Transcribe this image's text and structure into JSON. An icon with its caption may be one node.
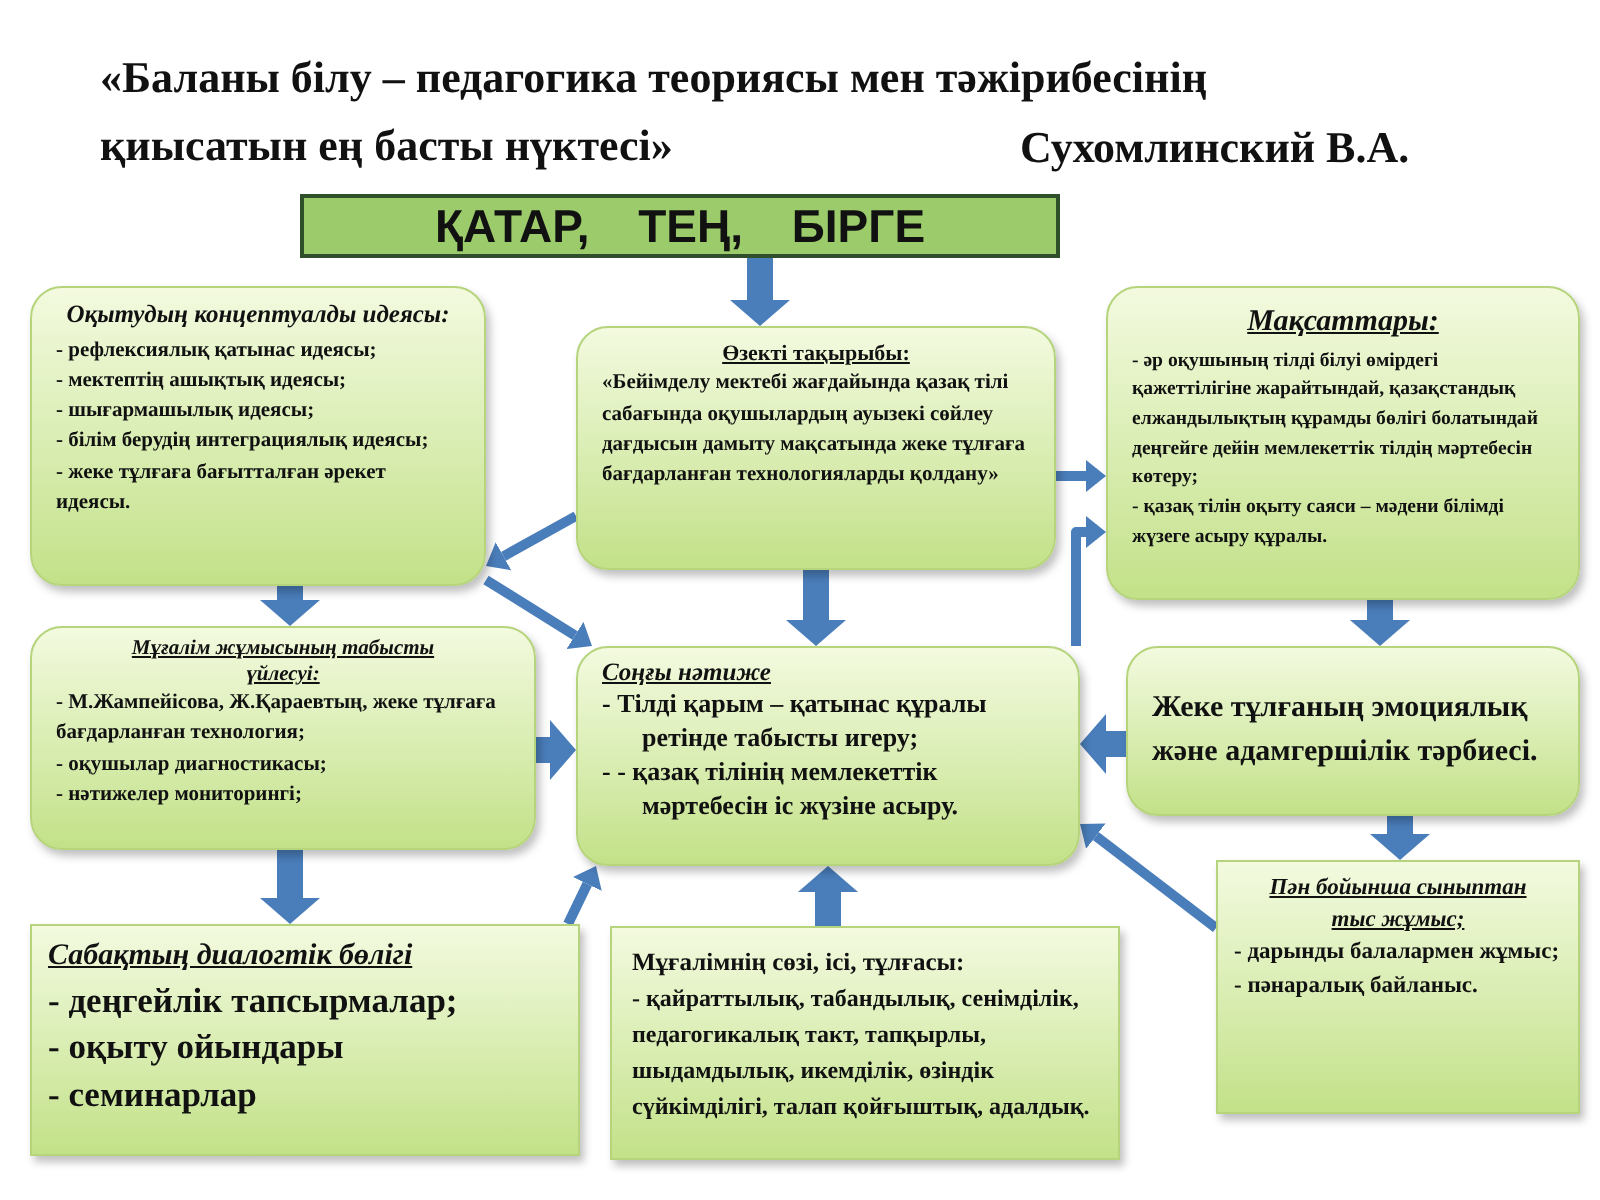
{
  "diagram": {
    "title": "«Баланы білу – педагогика теориясы мен тәжірибесінің қиысатын ең басты нүктесі»",
    "nodes": [
      {
        "text": [
          "ҚАТАР, ТЕҢ, БІРГЕ"
        ]
      },
      {
        "text": [
          "Оқытудың концептуалды идеясы:",
          "- рефлексиялық қатынас идеясы;",
          "- мектептің ашықтық идеясы;",
          "- шығармашылық идеясы;",
          "- білім берудің интеграциялық идеясы;",
          "- жеке тұлғаға бағытталған әрекет идеясы."
        ]
      },
      {
        "text": [
          "Өзекті тақырыбы:",
          "«Бейімделу мектебі жағдайында қазақ тілі сабағында оқушылардың ауызекі сөйлеу дағдысын дамыту мақсатында жеке тұлғаға бағдарланған технологияларды қолдану»"
        ]
      },
      {
        "text": [
          "Мақсаттары:",
          "- әр оқушының тілді білуі өмірдегі қажеттілігіне жарайтындай, қазақстандық елжандылықтың құрамды бөлігі болатындай деңгейге дейін мемлекеттік тілдің мәртебесін көтеру;",
          "- қазақ тілін оқыту саяси – мәдени білімді жүзеге асыру құралы."
        ]
      },
      {
        "text": [
          "Мұғалім жұмысының табысты үйлесуі:",
          "- М.Жампейісова, Ж.Қараевтың, жеке тұлғаға бағдарланған технология;",
          "- оқушылар диагностикасы;",
          "- нәтижелер мониторингі;"
        ]
      },
      {
        "text": [
          "Соңғы нәтиже",
          "- Тілді қарым – қатынас құралы ретінде табысты игеру;",
          "- - қазақ тілінің мемлекеттік мәртебесін іс жүзіне асыру."
        ]
      },
      {
        "text": [
          "Жеке тұлғаның эмоциялық және адамгершілік тәрбиесі."
        ]
      },
      {
        "text": [
          "Сабақтың диалогтік бөлігі",
          "- деңгейлік тапсырмалар;",
          "- оқыту ойындары",
          "- семинарлар"
        ]
      },
      {
        "text": [
          "Мұғалімнің сөзі, ісі, тұлғасы:",
          "- қайраттылық, табандылық, сенімділік, педагогикалық такт, тапқырлы, шыдамдылық, икемділік, өзіндік сүйкімділігі, талап қойғыштық, адалдық."
        ]
      },
      {
        "text": [
          "Пән бойынша сыныптан тыс жұмыс;",
          "- дарынды балалармен жұмыс;",
          "- пәнаралық байланыс."
        ]
      }
    ],
    "edges": [
      {
        "from": 0,
        "to": 2,
        "arrow": "to"
      },
      {
        "from": 2,
        "to": 1,
        "arrow": "to"
      },
      {
        "from": 1,
        "to": 5,
        "arrow": "to"
      },
      {
        "from": 1,
        "to": 4,
        "arrow": "to"
      },
      {
        "from": 2,
        "to": 3,
        "arrow": "to"
      },
      {
        "from": 2,
        "to": 5,
        "arrow": "to"
      },
      {
        "from": 5,
        "to": 3,
        "arrow": "to"
      },
      {
        "from": 3,
        "to": 6,
        "arrow": "to"
      },
      {
        "from": 6,
        "to": 5,
        "arrow": "to"
      },
      {
        "from": 4,
        "to": 5,
        "arrow": "to"
      },
      {
        "from": 4,
        "to": 7,
        "arrow": "to"
      },
      {
        "from": 7,
        "to": 5,
        "arrow": "to"
      },
      {
        "from": 8,
        "to": 5,
        "arrow": "to"
      },
      {
        "from": 9,
        "to": 5,
        "arrow": "to"
      },
      {
        "from": 6,
        "to": 9,
        "arrow": "to"
      }
    ],
    "labels": [
      "Сухомлинский В.А."
    ]
  }
}
